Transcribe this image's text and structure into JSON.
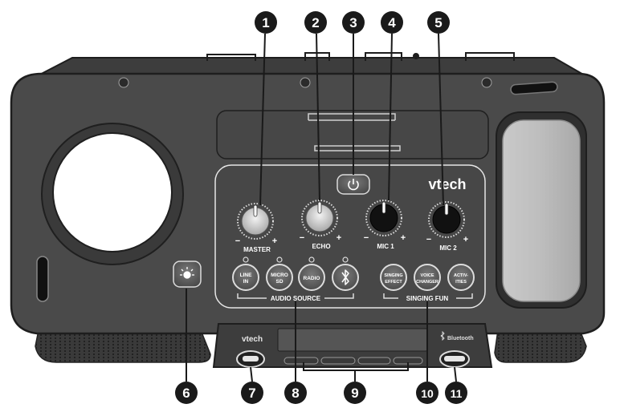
{
  "brand": "vtech",
  "bluetooth_label": "Bluetooth",
  "knobs": [
    {
      "label": "MASTER",
      "minus": "−",
      "plus": "+"
    },
    {
      "label": "ECHO",
      "minus": "−",
      "plus": "+"
    },
    {
      "label": "MIC 1",
      "minus": "−",
      "plus": "+"
    },
    {
      "label": "MIC 2",
      "minus": "−",
      "plus": "+"
    }
  ],
  "buttons": {
    "line_in": [
      "LINE",
      "IN"
    ],
    "micro_sd": [
      "MICRO",
      "SD"
    ],
    "radio": [
      "RADIO"
    ],
    "singing_effect": [
      "SINGING",
      "EFFECT"
    ],
    "voice_changer": [
      "VOICE",
      "CHANGER"
    ],
    "activities": [
      "ACTIV-",
      "ITIES"
    ]
  },
  "group_labels": {
    "audio_source": "AUDIO SOURCE",
    "singing_fun": "SINGING FUN"
  },
  "callouts": [
    "1",
    "2",
    "3",
    "4",
    "5",
    "6",
    "7",
    "8",
    "9",
    "10",
    "11"
  ],
  "colors": {
    "body": "#4a4a4a",
    "body_dark": "#2f2f2f",
    "panel_line": "#d9d9d9",
    "callout": "#1a1a1a"
  }
}
